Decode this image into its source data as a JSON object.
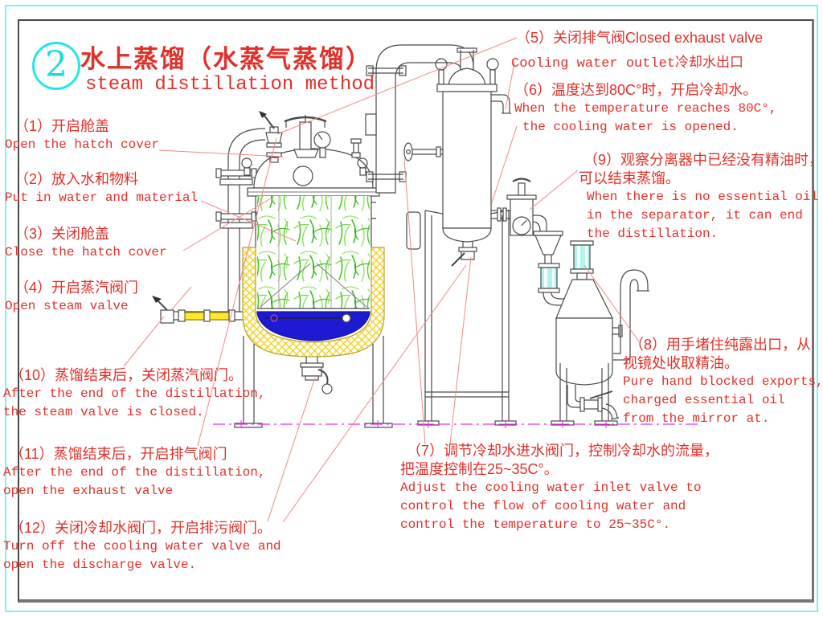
{
  "title": {
    "badge_number": "2",
    "zh": "水上蒸馏（水蒸气蒸馏）",
    "en": "steam distillation method"
  },
  "colors": {
    "annotation_red": "#e0302a",
    "leader_line_red": "#f18a85",
    "badge_cyan": "#22e7e7",
    "water_blue": "#1d1bd1",
    "insulation_yellow": "#ecd023",
    "material_green": "#4ec32d",
    "sight_glass_cyan": "#b5f1ef",
    "ground_magenta": "#e62ee6",
    "equipment_gray": "#4a4a4a"
  },
  "annotations": {
    "step1": {
      "lines": [
        "（1）开启舱盖",
        "Open the hatch cover"
      ]
    },
    "step2": {
      "lines": [
        "（2）放入水和物料",
        "Put in water and material"
      ]
    },
    "step3": {
      "lines": [
        "（3）关闭舱盖",
        "Close the hatch cover"
      ]
    },
    "step4": {
      "lines": [
        "（4）开启蒸汽阀门",
        "Open steam valve"
      ]
    },
    "step5": {
      "lines": [
        "（5）关闭排气阀Closed exhaust valve"
      ]
    },
    "cooling_outlet": {
      "lines": [
        "Cooling water outlet冷却水出口"
      ]
    },
    "step6": {
      "lines": [
        "（6）温度达到80C°时，开启冷却水。",
        "When the temperature reaches 80C°,",
        "the cooling water is opened."
      ]
    },
    "step7": {
      "lines": [
        "（7）调节冷却水进水阀门，控制冷却水的流量，",
        "把温度控制在25~35C°。",
        "Adjust the cooling water inlet valve to",
        "control the flow of cooling water and",
        "control the temperature to 25~35C°."
      ]
    },
    "step8": {
      "lines": [
        "（8）用手堵住纯露出口，从",
        "视镜处收取精油。",
        "Pure hand blocked exports,",
        " charged essential oil",
        "from the mirror at."
      ]
    },
    "step9": {
      "lines": [
        "（9）观察分离器中已经没有精油时，",
        "可以结束蒸馏。",
        "When there is no essential oil",
        "in the separator, it can end",
        "the distillation."
      ]
    },
    "step10": {
      "lines": [
        "（10）蒸馏结束后，关闭蒸汽阀门。",
        "After the end of the distillation,",
        "the steam valve is closed."
      ]
    },
    "step11": {
      "lines": [
        "（11）蒸馏结束后，开启排气阀门",
        "After the end of the distillation,",
        "open the exhaust valve"
      ]
    },
    "step12": {
      "lines": [
        "（12）关闭冷却水阀门，开启排污阀门。",
        "Turn off the cooling water valve and",
        "open the discharge valve."
      ]
    }
  }
}
